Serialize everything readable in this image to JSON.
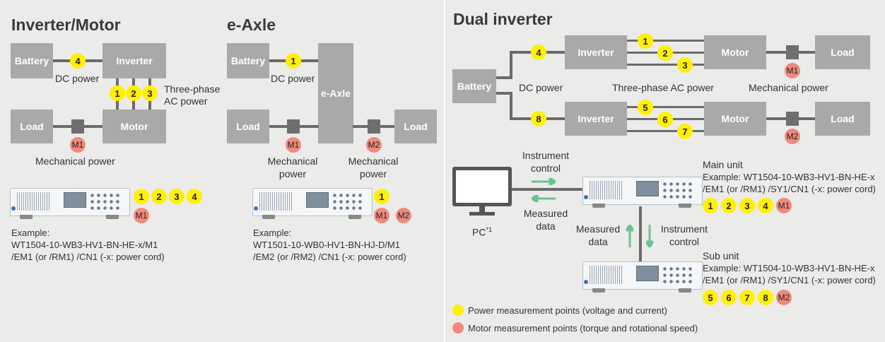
{
  "inverter_motor": {
    "title": "Inverter/Motor",
    "battery": "Battery",
    "inverter": "Inverter",
    "load": "Load",
    "motor": "Motor",
    "dc_power": "DC power",
    "three_phase": "Three-phase",
    "ac_power": "AC power",
    "mechanical_power": "Mechanical power",
    "points_dc": "4",
    "points_ac": [
      "1",
      "2",
      "3"
    ],
    "point_mech": "M1",
    "device_points": [
      "1",
      "2",
      "3",
      "4"
    ],
    "device_mech": "M1",
    "example_label": "Example:",
    "example_line1": "WT1504-10-WB3-HV1-BN-HE-x/M1",
    "example_line2": "/EM1 (or /RM1) /CN1 (-x: power cord)"
  },
  "eaxle": {
    "title": "e-Axle",
    "battery": "Battery",
    "eaxle": "e-Axle",
    "load_left": "Load",
    "load_right": "Load",
    "dc_power": "DC power",
    "point_dc": "1",
    "m1": "M1",
    "m2": "M2",
    "mech1_a": "Mechanical",
    "mech1_b": "power",
    "mech2_a": "Mechanical",
    "mech2_b": "power",
    "device_points": [
      "1"
    ],
    "device_mech": [
      "M1",
      "M2"
    ],
    "example_label": "Example:",
    "example_line1": "WT1501-10-WB0-HV1-BN-HJ-D/M1",
    "example_line2": "/EM2 (or /RM2) /CN1 (-x: power cord)"
  },
  "dual": {
    "title": "Dual inverter",
    "battery": "Battery",
    "inverter_top": "Inverter",
    "motor_top": "Motor",
    "load_top": "Load",
    "inverter_bottom": "Inverter",
    "motor_bottom": "Motor",
    "load_bottom": "Load",
    "dc_power": "DC power",
    "three_phase_ac": "Three-phase AC power",
    "mechanical_power": "Mechanical power",
    "pt_dc_top": "4",
    "pt_dc_bottom": "8",
    "pts_ac_top": [
      "1",
      "2",
      "3"
    ],
    "pts_ac_bottom": [
      "5",
      "6",
      "7"
    ],
    "m1": "M1",
    "m2": "M2",
    "instr_control_1a": "Instrument",
    "instr_control_1b": "control",
    "measured_1a": "Measured",
    "measured_1b": "data",
    "measured_2a": "Measured",
    "measured_2b": "data",
    "instr_control_2a": "Instrument",
    "instr_control_2b": "control",
    "pc": "PC",
    "pc_sup": "*1",
    "main_unit": "Main unit",
    "main_ex1": "Example: WT1504-10-WB3-HV1-BN-HE-x",
    "main_ex2": "/EM1 (or /RM1) /SY1/CN1 (-x: power cord)",
    "main_points": [
      "1",
      "2",
      "3",
      "4"
    ],
    "main_mech": "M1",
    "sub_unit": "Sub unit",
    "sub_ex1": "Example: WT1504-10-WB3-HV1-BN-HE-x",
    "sub_ex2": "/EM1 (or /RM1) /SY1/CN1 (-x: power cord)",
    "sub_points": [
      "5",
      "6",
      "7",
      "8"
    ],
    "sub_mech": "M2",
    "legend_power": "Power measurement points (voltage and current)",
    "legend_motor": "Motor measurement points (torque and rotational speed)"
  },
  "colors": {
    "power_point": "#fff100",
    "motor_point": "#f08a7c",
    "block": "#a9a9a9",
    "arrow": "#6cc38e"
  }
}
